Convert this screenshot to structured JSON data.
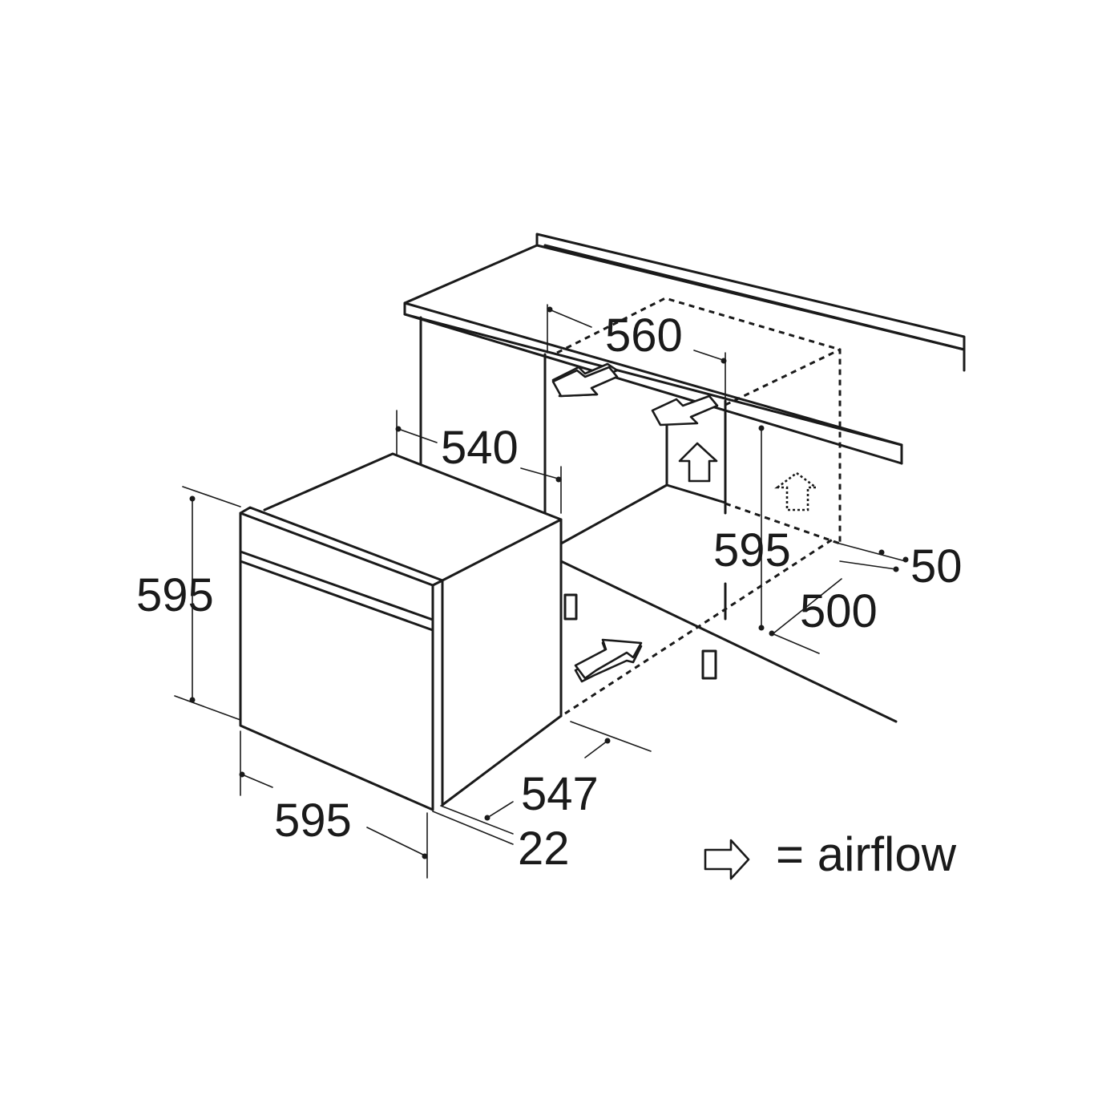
{
  "dimensions": {
    "cabinet_width": "560",
    "cabinet_depth_top": "540",
    "cabinet_height": "595",
    "rear_gap": "50",
    "cabinet_depth": "500",
    "oven_height": "595",
    "oven_width": "595",
    "oven_depth": "547",
    "door_thickness": "22"
  },
  "legend": {
    "text": "= airflow",
    "icon": "airflow-arrow-icon"
  },
  "colors": {
    "line": "#1a1a1a",
    "background": "#ffffff"
  }
}
